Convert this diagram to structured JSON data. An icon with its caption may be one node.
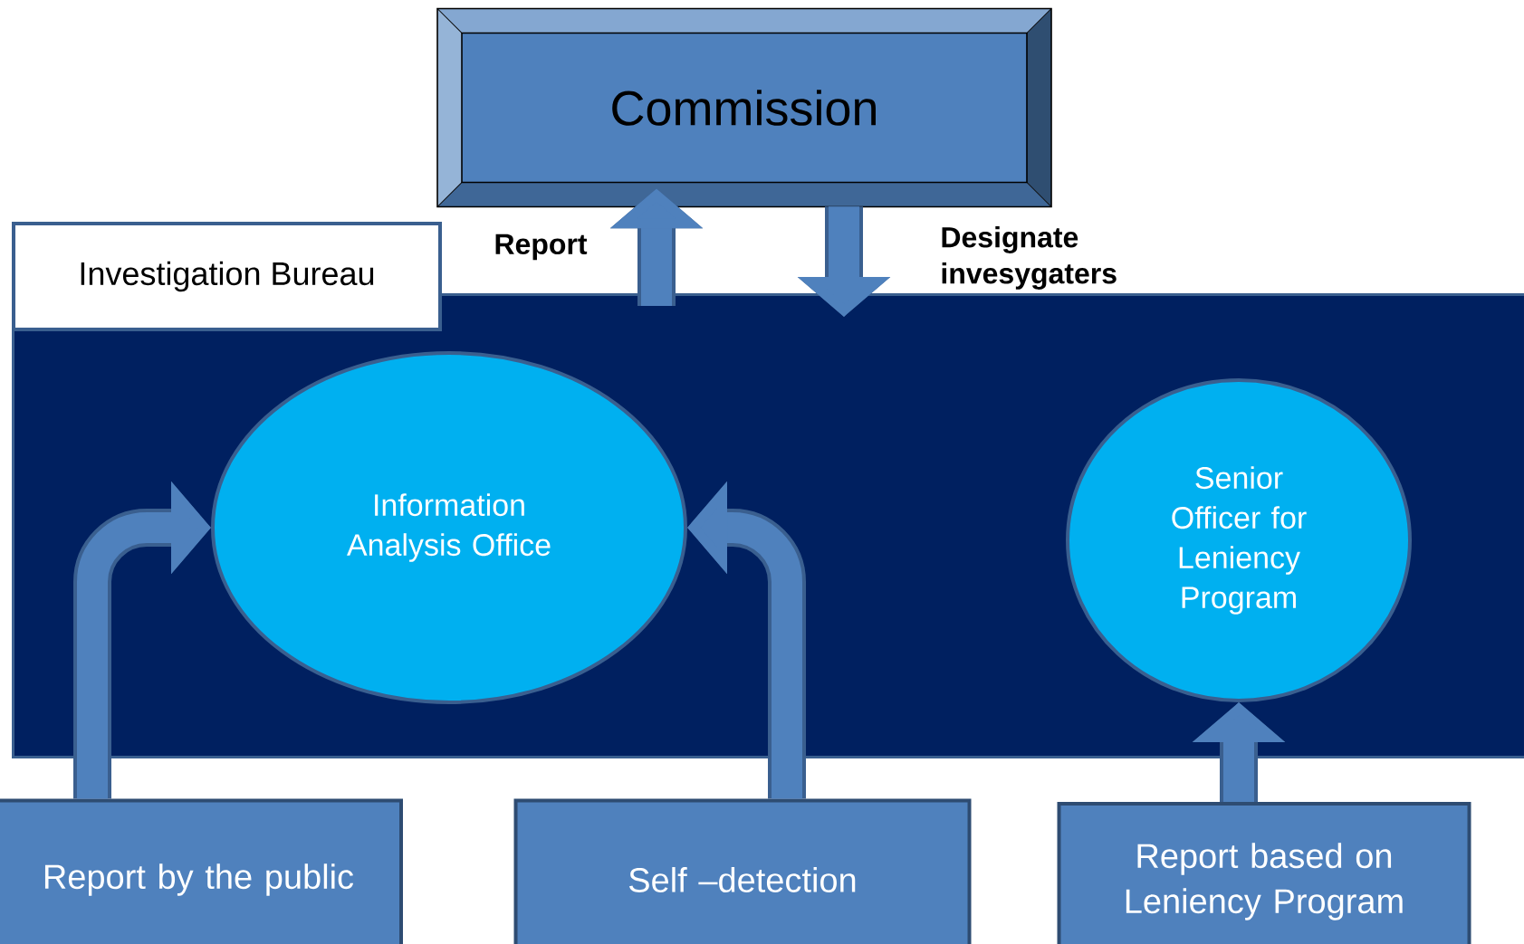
{
  "diagram": {
    "nodes": [
      {
        "text": [
          "Commission"
        ]
      },
      {
        "text": [
          "Investigation Bureau"
        ]
      },
      {
        "text": [
          "Information Analysis Office"
        ],
        "in": 1
      },
      {
        "text": [
          "Senior Officer for Leniency Program"
        ],
        "in": 1
      },
      {
        "text": [
          "Report by the public"
        ]
      },
      {
        "text": [
          "Self –detection"
        ]
      },
      {
        "text": [
          "Report based on Leniency Program"
        ]
      }
    ],
    "edges": [
      {
        "from": 1,
        "to": 0,
        "arrow": "to",
        "label": "Report"
      },
      {
        "from": 0,
        "to": 1,
        "arrow": "to",
        "label": "Designate invesygaters"
      },
      {
        "from": 4,
        "to": 2,
        "arrow": "to"
      },
      {
        "from": 5,
        "to": 2,
        "arrow": "to"
      },
      {
        "from": 6,
        "to": 3,
        "arrow": "to"
      }
    ]
  }
}
